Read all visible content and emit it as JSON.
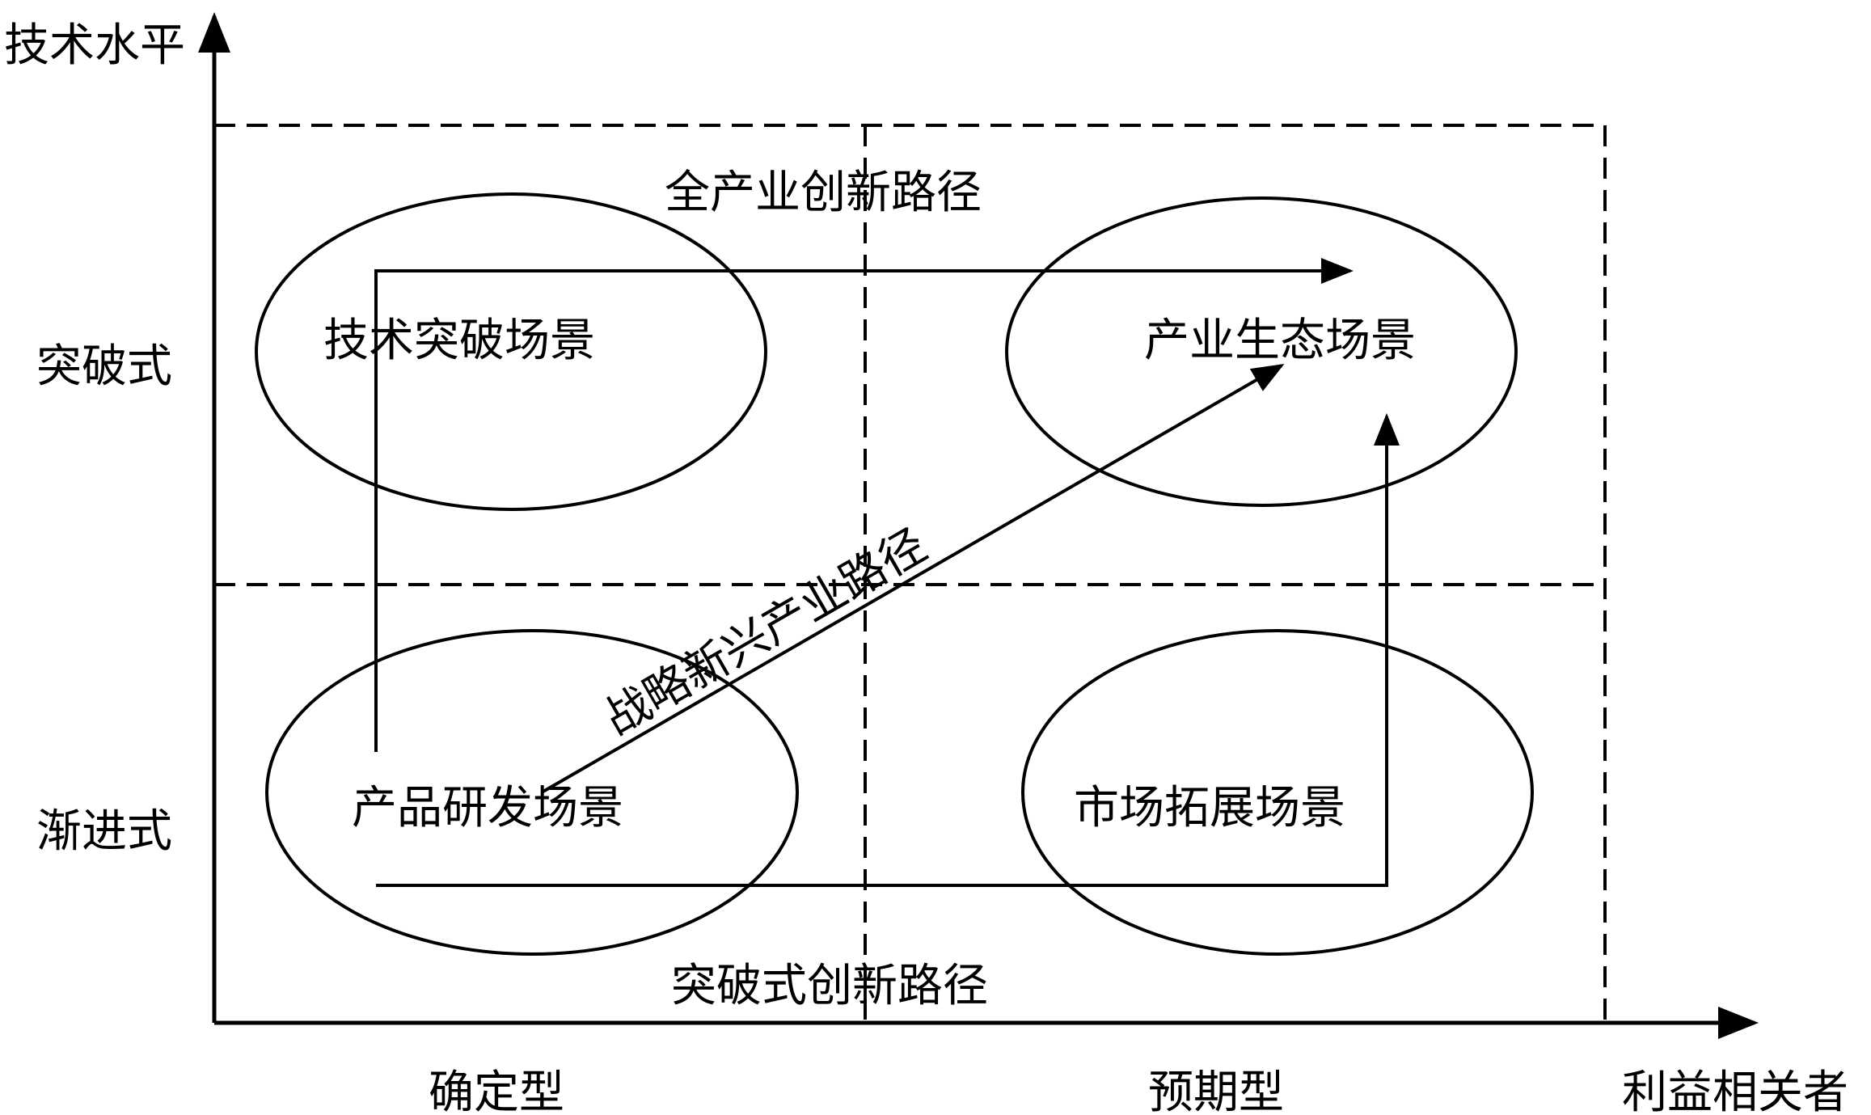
{
  "axes": {
    "y_title": "技术水平",
    "x_title": "利益相关者",
    "y_levels": [
      "突破式",
      "渐进式"
    ],
    "x_levels": [
      "确定型",
      "预期型"
    ]
  },
  "scenes": {
    "tech_breakthrough": "技术突破场景",
    "industry_ecosystem": "产业生态场景",
    "product_rd": "产品研发场景",
    "market_expansion": "市场拓展场景"
  },
  "paths": {
    "whole_industry": "全产业创新路径",
    "strategic_emerging": "战略新兴产业路径",
    "breakthrough": "突破式创新路径"
  },
  "colors": {
    "line": "#000000",
    "background": "#ffffff"
  }
}
